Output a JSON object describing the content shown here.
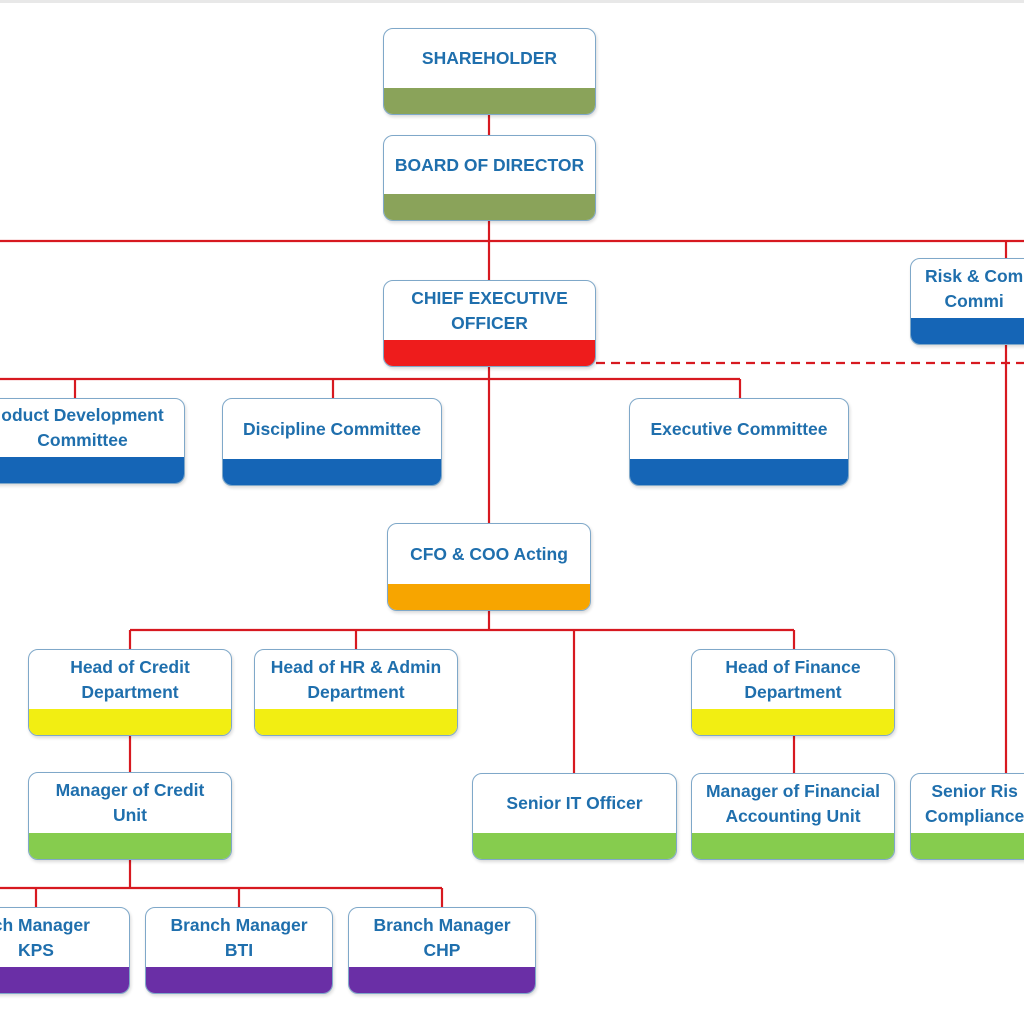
{
  "colors": {
    "line": "#d71920",
    "text": "#1f6fad",
    "olive": "#8aa35a",
    "red": "#ee1c1c",
    "blue": "#1565b6",
    "orange": "#f7a500",
    "yellow": "#f2ee12",
    "green": "#86cc4e",
    "purple": "#6a2fa6"
  },
  "nodes": {
    "shareholder": {
      "lines": [
        "SHAREHOLDER"
      ]
    },
    "board": {
      "lines": [
        "BOARD OF DIRECTOR"
      ]
    },
    "ceo": {
      "lines": [
        "CHIEF EXECUTIVE",
        "OFFICER"
      ]
    },
    "risk_committee": {
      "lines": [
        "Risk & Com",
        "Commi"
      ]
    },
    "product_dev": {
      "lines": [
        "oduct Development",
        "Committee"
      ]
    },
    "discipline": {
      "lines": [
        "Discipline Committee"
      ]
    },
    "executive": {
      "lines": [
        "Executive Committee"
      ]
    },
    "cfo_coo": {
      "lines": [
        "CFO & COO Acting"
      ]
    },
    "head_credit": {
      "lines": [
        "Head of Credit",
        "Department"
      ]
    },
    "head_hr": {
      "lines": [
        "Head of HR & Admin",
        "Department"
      ]
    },
    "head_finance": {
      "lines": [
        "Head of Finance",
        "Department"
      ]
    },
    "manager_credit": {
      "lines": [
        "Manager of Credit",
        "Unit"
      ]
    },
    "senior_it": {
      "lines": [
        "Senior IT Officer"
      ]
    },
    "manager_fin_acc": {
      "lines": [
        "Manager of Financial",
        "Accounting Unit"
      ]
    },
    "senior_risk": {
      "lines": [
        "Senior Ris",
        "Compliance"
      ]
    },
    "branch_kps": {
      "lines": [
        "nch Manager",
        "KPS"
      ]
    },
    "branch_bti": {
      "lines": [
        "Branch Manager",
        "BTI"
      ]
    },
    "branch_chp": {
      "lines": [
        "Branch Manager",
        "CHP"
      ]
    }
  }
}
